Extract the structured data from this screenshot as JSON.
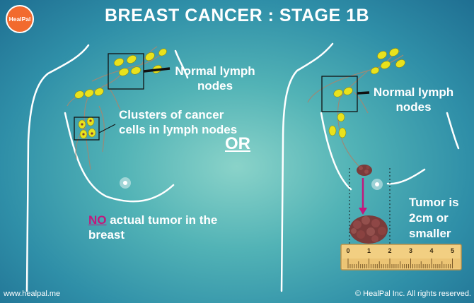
{
  "title": "BREAST CANCER : STAGE 1B",
  "logo_text": "HealPal",
  "labels": {
    "normal_nodes_left": "Normal lymph nodes",
    "clusters": "Clusters of cancer cells in lymph nodes",
    "or": "OR",
    "normal_nodes_right": "Normal lymph nodes",
    "no_word": "NO",
    "no_tumor_rest": " actual tumor in the breast",
    "tumor_size": "Tumor is 2cm or smaller"
  },
  "ruler_ticks": [
    "0",
    "1",
    "2",
    "3",
    "4",
    "5"
  ],
  "footer": {
    "website": "www.healpal.me",
    "copyright": "© HealPal Inc. All rights reserved."
  },
  "colors": {
    "node": "#e9e21c",
    "tumor": "#7a3b3a",
    "arrow": "#c2187c",
    "ruler": "#f2cf82",
    "logo": "#f26a2e"
  }
}
